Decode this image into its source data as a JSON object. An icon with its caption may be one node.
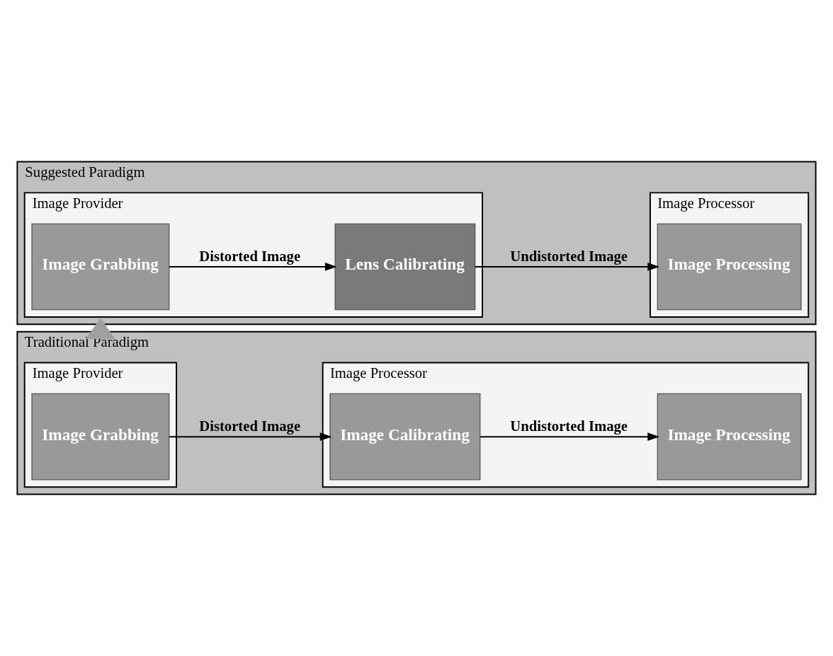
{
  "diagram": {
    "nodes": [
      {
        "text": [
          "Traditional Paradigm"
        ]
      },
      {
        "text": [
          "Image Provider"
        ],
        "in": 0
      },
      {
        "text": [
          "Image Grabbing"
        ],
        "in": 1
      },
      {
        "text": [
          "Image Processor"
        ],
        "in": 0
      },
      {
        "text": [
          "Image Calibrating"
        ],
        "in": 3
      },
      {
        "text": [
          "Image Processing"
        ],
        "in": 3
      },
      {
        "text": [
          "Suggested Paradigm"
        ]
      },
      {
        "text": [
          "Image Provider"
        ],
        "in": 6
      },
      {
        "text": [
          "Image Grabbing"
        ],
        "in": 7
      },
      {
        "text": [
          "Lens Calibrating"
        ],
        "in": 7
      },
      {
        "text": [
          "Image Processor"
        ],
        "in": 6
      },
      {
        "text": [
          "Image Processing"
        ],
        "in": 10
      }
    ],
    "edges": [
      {
        "from": 2,
        "to": 4,
        "arrow": "to",
        "label": "Distorted Image"
      },
      {
        "from": 4,
        "to": 5,
        "arrow": "to",
        "label": "Undistorted Image"
      },
      {
        "from": 0,
        "to": 6,
        "arrow": "to",
        "style": "thick",
        "color": "#a0a0a0"
      },
      {
        "from": 8,
        "to": 9,
        "arrow": "to",
        "label": "Distorted Image"
      },
      {
        "from": 9,
        "to": 11,
        "arrow": "to",
        "label": "Undistorted Image"
      }
    ]
  }
}
